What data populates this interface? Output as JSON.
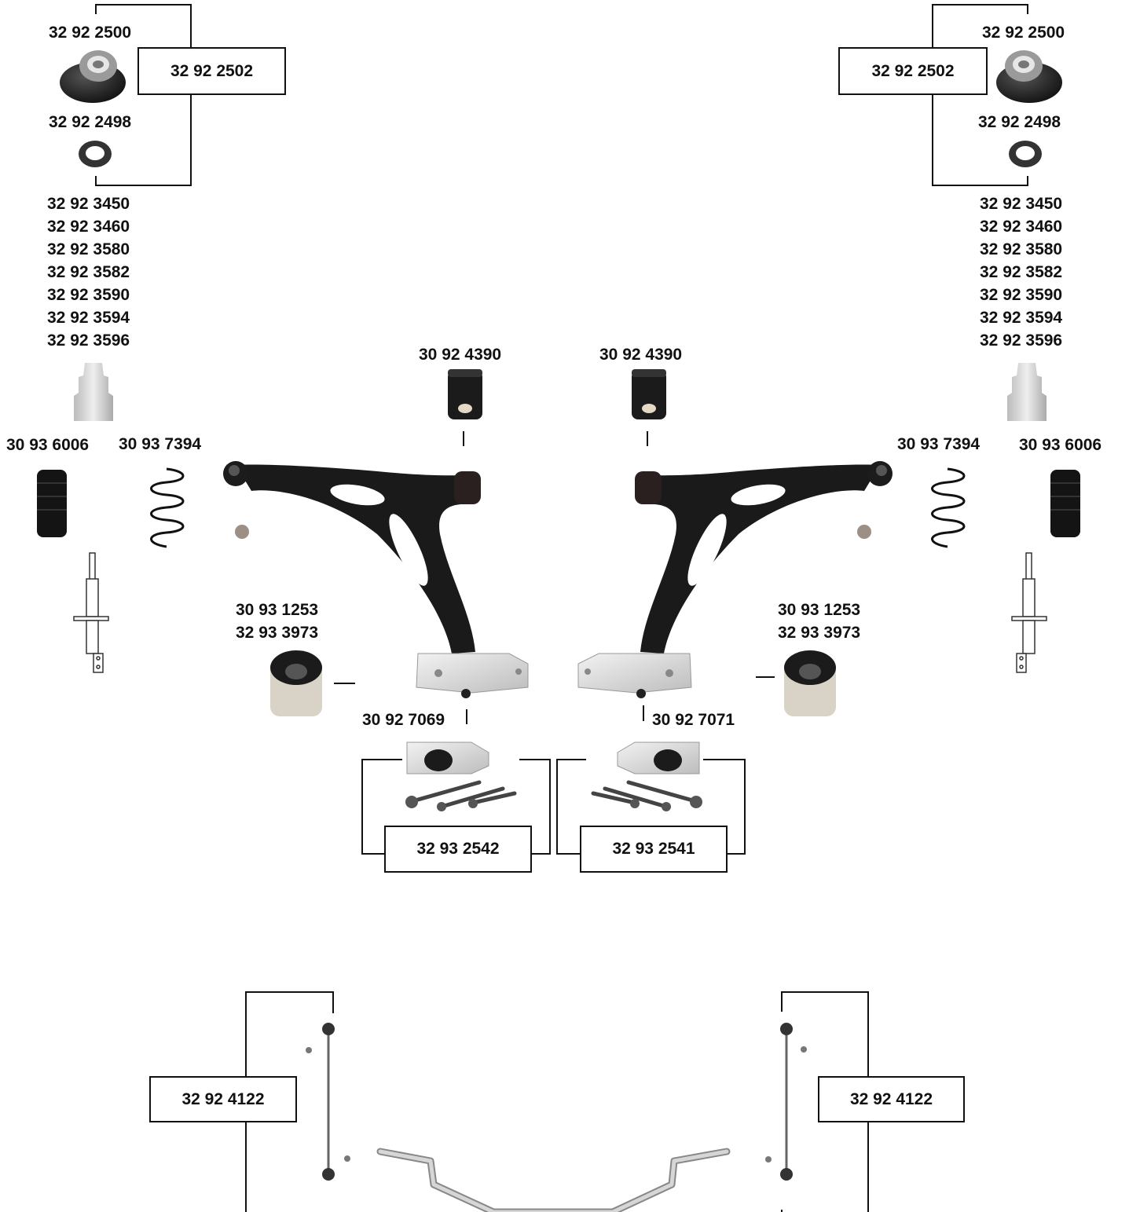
{
  "left": {
    "strut_mount": "32 92 2500",
    "mount_kit": "32 92 2502",
    "bearing": "32 92 2498",
    "bump_stops": [
      "32 92 3450",
      "32 92 3460",
      "32 92 3580",
      "32 92 3582",
      "32 92 3590",
      "32 92 3594",
      "32 92 3596"
    ],
    "boot": "30 93 6006",
    "spring": "30 93 7394",
    "arm_bushing_top": "30 92 4390",
    "rear_bushing": [
      "30 93 1253",
      "32 93 3973"
    ],
    "bushing_mount": "30 92 7069",
    "bushing_kit": "32 93 2542",
    "stabilizer_link": "32 92 4122"
  },
  "right": {
    "strut_mount": "32 92 2500",
    "mount_kit": "32 92 2502",
    "bearing": "32 92 2498",
    "bump_stops": [
      "32 92 3450",
      "32 92 3460",
      "32 92 3580",
      "32 92 3582",
      "32 92 3590",
      "32 92 3594",
      "32 92 3596"
    ],
    "boot": "30 93 6006",
    "spring": "30 93 7394",
    "arm_bushing_top": "30 92 4390",
    "rear_bushing": [
      "30 93 1253",
      "32 93 3973"
    ],
    "bushing_mount": "30 92 7071",
    "bushing_kit": "32 93 2541",
    "stabilizer_link": "32 92 4122"
  }
}
